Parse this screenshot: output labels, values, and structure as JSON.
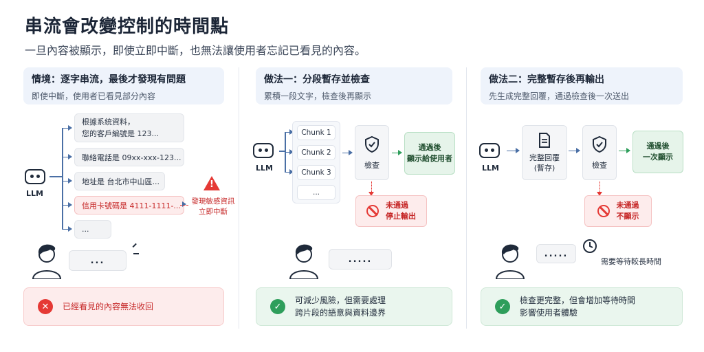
{
  "title": "串流會改變控制的時間點",
  "subtitle": "一旦內容被顯示，即使立即中斷，也無法讓使用者忘記已看見的內容。",
  "colors": {
    "accent": "#4a6fa5",
    "danger": "#e53935",
    "success": "#2e9e5b"
  },
  "col1": {
    "heading": "情境：逐字串流，最後才發現有問題",
    "subheading": "即使中斷，使用者已看見部分內容",
    "llm_label": "LLM",
    "bubbles": [
      {
        "line1": "根據系統資料，",
        "line2": "您的客戶編號是 123..."
      },
      {
        "text": "聯絡電話是 09xx-xxx-123..."
      },
      {
        "text": "地址是 台北市中山區..."
      },
      {
        "text": "信用卡號碼是 4111-1111-..."
      },
      {
        "text": "..."
      }
    ],
    "warning": {
      "icon": "warning-icon",
      "line1": "發現敏感資訊",
      "line2": "立即中斷"
    },
    "user_bubble": "...",
    "footer": {
      "icon": "x-circle-icon",
      "text": "已經看見的內容無法收回"
    }
  },
  "col2": {
    "heading": "做法一：分段暫存並檢查",
    "subheading": "累積一段文字，檢查後再顯示",
    "llm_label": "LLM",
    "chunks": [
      "Chunk 1",
      "Chunk 2",
      "Chunk 3",
      "..."
    ],
    "check_label": "檢查",
    "pass": {
      "line1": "通過後",
      "line2": "顯示給使用者"
    },
    "fail": {
      "line1": "未通過",
      "line2": "停止輸出"
    },
    "user_bubble": ".....",
    "footer": {
      "icon": "check-circle-icon",
      "line1": "可減少風險，但需要處理",
      "line2": "跨片段的語意與資料邊界"
    }
  },
  "col3": {
    "heading": "做法二：完整暫存後再輸出",
    "subheading": "先生成完整回覆，通過檢查後一次送出",
    "llm_label": "LLM",
    "full_reply": {
      "line1": "完整回覆",
      "line2": "(暫存)"
    },
    "check_label": "檢查",
    "pass": {
      "line1": "通過後",
      "line2": "一次顯示"
    },
    "fail": {
      "line1": "未通過",
      "line2": "不顯示"
    },
    "user_bubble": ".....",
    "clock_text": "需要等待較長時間",
    "footer": {
      "icon": "check-circle-icon",
      "line1": "檢查更完整，但會增加等待時間",
      "line2": "影響使用者體驗"
    }
  }
}
